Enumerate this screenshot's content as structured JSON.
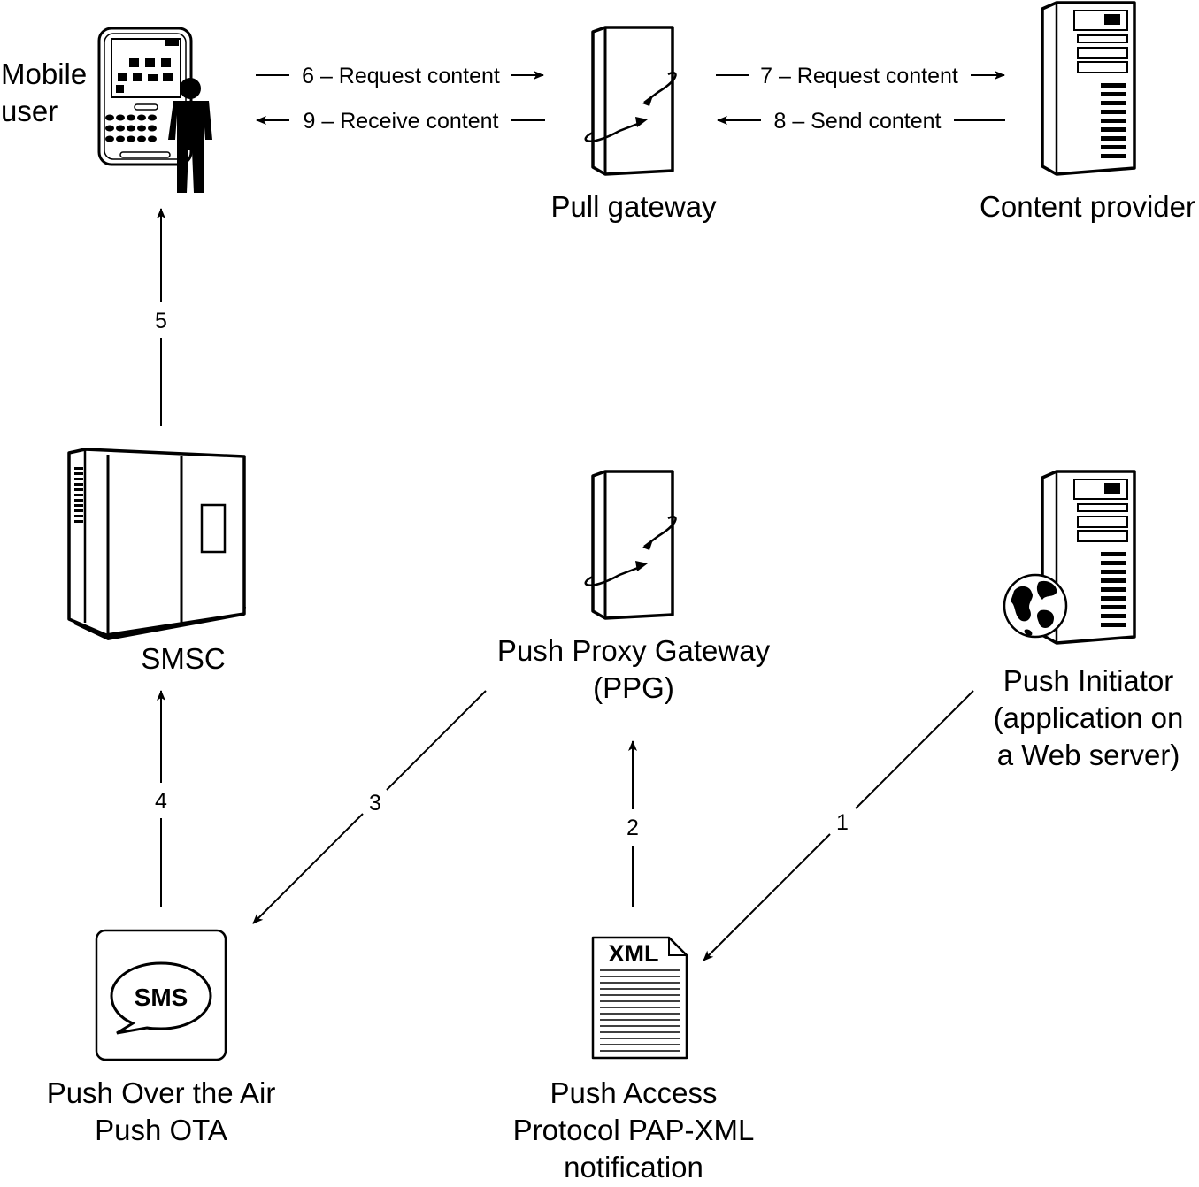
{
  "nodes": {
    "mobile_user": {
      "lines": [
        "Mobile",
        "user"
      ],
      "icon": "smartphone-with-person-icon"
    },
    "pull_gateway": {
      "lines": [
        "Pull gateway"
      ],
      "icon": "gateway-server-icon"
    },
    "content_provider": {
      "lines": [
        "Content provider"
      ],
      "icon": "tower-server-icon"
    },
    "smsc": {
      "lines": [
        "SMSC"
      ],
      "icon": "smsc-cabinet-icon"
    },
    "ppg": {
      "lines": [
        "Push Proxy Gateway",
        "(PPG)"
      ],
      "icon": "gateway-server-icon"
    },
    "push_initiator": {
      "lines": [
        "Push Initiator",
        "(application on",
        "a Web server)"
      ],
      "icon": "web-server-globe-icon"
    },
    "push_ota": {
      "lines": [
        "Push Over the Air",
        "Push OTA"
      ],
      "icon": "sms-bubble-icon",
      "icon_text": "SMS"
    },
    "pap_xml": {
      "lines": [
        "Push Access",
        "Protocol PAP-XML",
        "notification"
      ],
      "icon": "xml-document-icon",
      "icon_text": "XML"
    }
  },
  "steps": {
    "s1": "1",
    "s2": "2",
    "s3": "3",
    "s4": "4",
    "s5": "5",
    "s6": "6 – Request content",
    "s7": "7 – Request content",
    "s8": "8 – Send content",
    "s9": "9 – Receive content"
  },
  "colors": {
    "ink": "#000000",
    "background": "#ffffff"
  }
}
